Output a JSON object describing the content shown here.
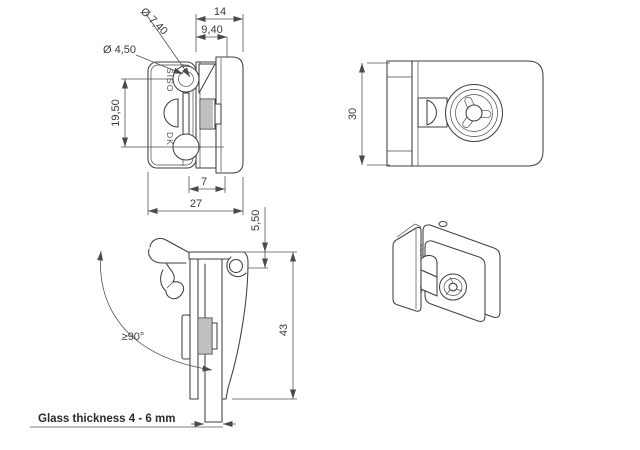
{
  "drawing": {
    "markings": {
      "brand": "SISO",
      "origin": "DK"
    },
    "views": {
      "front": {
        "dims": {
          "dia_outer": "Ø 7,40",
          "dia_inner": "Ø 4,50",
          "width_top": "14",
          "width_inner": "9,40",
          "hole_spacing": "19,50",
          "pad_width": "7",
          "overall_width": "27"
        }
      },
      "side": {
        "dims": {
          "height": "30"
        }
      },
      "section": {
        "dims": {
          "opening_angle": "≥90°",
          "top_offset": "5,50",
          "overall_height": "43"
        },
        "note": "Glass thickness 4 - 6 mm"
      }
    }
  }
}
